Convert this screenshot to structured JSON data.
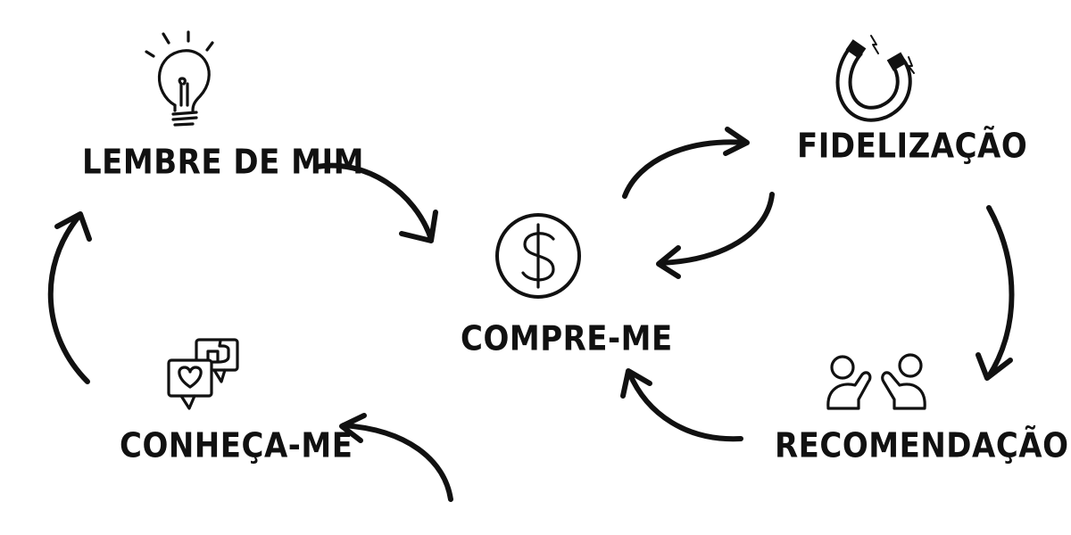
{
  "colors": {
    "ink": "#111111",
    "background": "#ffffff"
  },
  "nodes": {
    "lembre": {
      "label": "LEMBRE DE MIM",
      "icon": "lightbulb-icon"
    },
    "compre": {
      "label": "COMPRE-ME",
      "icon": "dollar-coin-icon"
    },
    "fidelizacao": {
      "label": "FIDELIZAÇÃO",
      "icon": "magnet-icon"
    },
    "recomendacao": {
      "label": "RECOMENDAÇÃO",
      "icon": "people-talking-icon"
    },
    "conheca": {
      "label": "CONHEÇA-ME",
      "icon": "chat-heart-thumbsup-icon"
    }
  }
}
